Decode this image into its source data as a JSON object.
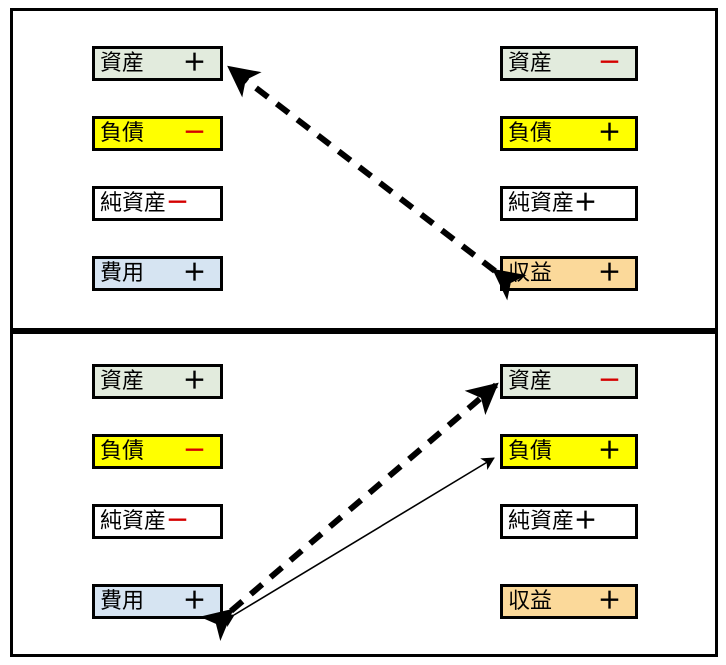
{
  "diagram": {
    "title": "",
    "colors": {
      "asset_bg": "#e2ebdd",
      "liability_bg": "#ffff00",
      "equity_bg": "#ffffff",
      "expense_bg": "#d6e4f2",
      "revenue_bg": "#fbd99a",
      "border": "#000000",
      "minus_sign": "#d40000",
      "plus_sign": "#000000",
      "arrow": "#000000"
    },
    "panels": [
      {
        "id": "panel-top",
        "left_column": [
          {
            "label": "資産",
            "sign": "＋",
            "sign_type": "plus",
            "bg": "asset"
          },
          {
            "label": "負債",
            "sign": "－",
            "sign_type": "minus",
            "bg": "liability"
          },
          {
            "label": "純資産",
            "sign": "－",
            "sign_type": "minus",
            "bg": "equity"
          },
          {
            "label": "費用",
            "sign": "＋",
            "sign_type": "plus",
            "bg": "expense"
          }
        ],
        "right_column": [
          {
            "label": "資産",
            "sign": "－",
            "sign_type": "minus",
            "bg": "asset"
          },
          {
            "label": "負債",
            "sign": "＋",
            "sign_type": "plus",
            "bg": "liability"
          },
          {
            "label": "純資産",
            "sign": "＋",
            "sign_type": "plus",
            "bg": "equity"
          },
          {
            "label": "収益",
            "sign": "＋",
            "sign_type": "plus",
            "bg": "revenue"
          }
        ],
        "arrows": [
          {
            "style": "dashed-thick",
            "from": "right-revenue",
            "to": "left-asset",
            "heads": "both"
          }
        ]
      },
      {
        "id": "panel-bottom",
        "left_column": [
          {
            "label": "資産",
            "sign": "＋",
            "sign_type": "plus",
            "bg": "asset"
          },
          {
            "label": "負債",
            "sign": "－",
            "sign_type": "minus",
            "bg": "liability"
          },
          {
            "label": "純資産",
            "sign": "－",
            "sign_type": "minus",
            "bg": "equity"
          },
          {
            "label": "費用",
            "sign": "＋",
            "sign_type": "plus",
            "bg": "expense"
          }
        ],
        "right_column": [
          {
            "label": "資産",
            "sign": "－",
            "sign_type": "minus",
            "bg": "asset"
          },
          {
            "label": "負債",
            "sign": "＋",
            "sign_type": "plus",
            "bg": "liability"
          },
          {
            "label": "純資産",
            "sign": "＋",
            "sign_type": "plus",
            "bg": "equity"
          },
          {
            "label": "収益",
            "sign": "＋",
            "sign_type": "plus",
            "bg": "revenue"
          }
        ],
        "arrows": [
          {
            "style": "dashed-thick",
            "from": "left-expense",
            "to": "right-asset",
            "heads": "both"
          },
          {
            "style": "solid-thin",
            "from": "left-expense",
            "to": "right-liability",
            "heads": "both"
          }
        ]
      }
    ]
  }
}
